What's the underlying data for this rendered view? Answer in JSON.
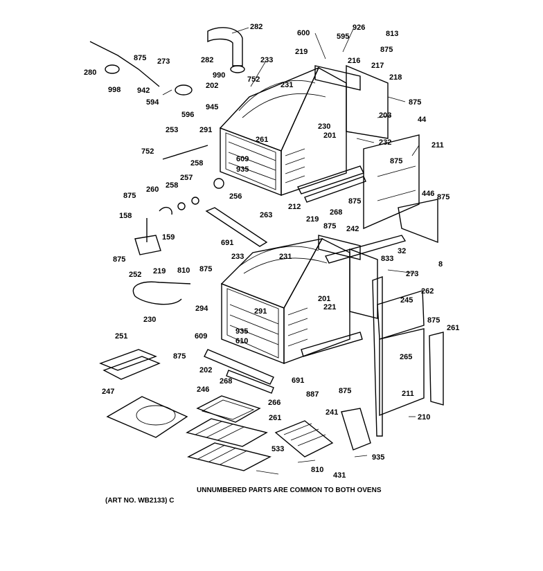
{
  "diagram": {
    "note": "UNNUMBERED PARTS ARE COMMON TO BOTH OVENS",
    "art_no": "(ART NO. WB2133) C",
    "callouts": [
      "282",
      "282",
      "233",
      "600",
      "926",
      "595",
      "813",
      "219",
      "875",
      "216",
      "217",
      "218",
      "875",
      "280",
      "875",
      "273",
      "998",
      "942",
      "594",
      "596",
      "990",
      "752",
      "202",
      "231",
      "945",
      "203",
      "44",
      "253",
      "291",
      "261",
      "230",
      "201",
      "232",
      "211",
      "752",
      "609",
      "935",
      "875",
      "258",
      "257",
      "258",
      "260",
      "256",
      "212",
      "268",
      "875",
      "446",
      "875",
      "875",
      "263",
      "158",
      "159",
      "691",
      "219",
      "875",
      "242",
      "32",
      "875",
      "833",
      "8",
      "233",
      "231",
      "252",
      "219",
      "810",
      "875",
      "273",
      "294",
      "230",
      "201",
      "221",
      "262",
      "245",
      "875",
      "261",
      "291",
      "609",
      "935",
      "610",
      "251",
      "875",
      "265",
      "202",
      "691",
      "268",
      "266",
      "887",
      "875",
      "211",
      "210",
      "247",
      "246",
      "261",
      "241",
      "533",
      "810",
      "935",
      "431"
    ]
  }
}
